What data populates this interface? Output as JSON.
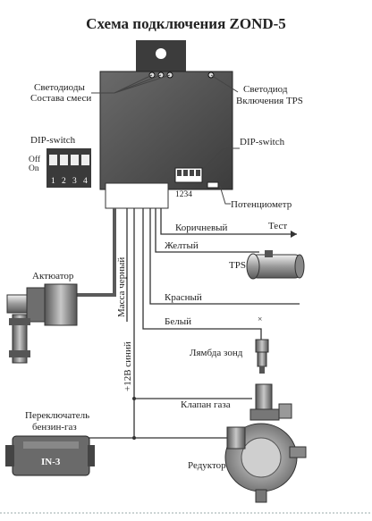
{
  "title": "Схема подключения  ZOND-5",
  "labels": {
    "leds_mix_1": "Светодиоды",
    "leds_mix_2": "Состава смеси",
    "led_tps_1": "Светодиод",
    "led_tps_2": "Включения TPS",
    "dip_left": "DIP-switch",
    "off": "Off",
    "on": "On",
    "dip_nums": [
      "1",
      "2",
      "3",
      "4"
    ],
    "dip_right": "DIP-switch",
    "dip_right_nums": "1234",
    "potentiometer": "Потенциометр",
    "brown": "Коричневый",
    "test": "Тест",
    "yellow": "Желтый",
    "tps": "TPS",
    "actuator": "Актюатор",
    "ground": "Масса черный",
    "red": "Красный",
    "white": "Белый",
    "lambda": "Лямбда зонд",
    "plus12": "+12В синий",
    "gas_valve": "Клапан газа",
    "switch_1": "Переключатель",
    "switch_2": "бензин-газ",
    "switch_model": "IN-3",
    "reducer": "Редуктор"
  }
}
